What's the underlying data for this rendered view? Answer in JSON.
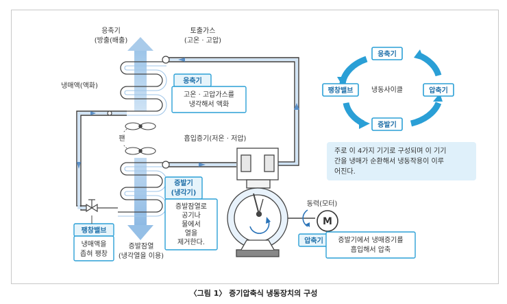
{
  "condenser": {
    "title": "응축기",
    "subtitle": "(방출(배출)"
  },
  "discharge_gas": {
    "title": "토출가스",
    "subtitle": "(고온 · 고압)"
  },
  "liquid_refrigerant": "냉매액(액화)",
  "condenser_callout": {
    "label": "응축기",
    "desc_line1": "고온 · 고압가스를",
    "desc_line2": "냉각해서 액화"
  },
  "fan": "팬",
  "suction_vapor": "흡입증기(저온 · 저압)",
  "evaporator_callout": {
    "label_line1": "증발기",
    "label_line2": "(냉각기)",
    "desc_lines": [
      "증발잠열로",
      "공기나",
      "물에서",
      "열을",
      "제거한다."
    ]
  },
  "expansion_valve_callout": {
    "label": "팽창밸브",
    "desc_line1": "냉매액을",
    "desc_line2": "좁혀 팽창"
  },
  "evaporation_heat": {
    "line1": "증발잠열",
    "line2": "(냉각열을 이용)"
  },
  "motor": {
    "label": "동력(모터)",
    "symbol": "M"
  },
  "compressor_callout": {
    "label": "압축기",
    "desc_line1": "증발기에서 냉매증기를",
    "desc_line2": "흡입해서 압축"
  },
  "cycle": {
    "center": "냉동사이클",
    "top": "응축기",
    "right": "압축기",
    "bottom": "증발기",
    "left": "팽창밸브"
  },
  "info_box": {
    "line1": "주로 이 4가지 기기로 구성되며 이 기기",
    "line2": "간을 냉매가 순환해서 냉동작용이 이루",
    "line3": "어진다."
  },
  "caption": "〈그림 1〉 증기압축식 냉동장치의 구성",
  "colors": {
    "accent": "#2a9fd6",
    "pipe": "#9fc5e8",
    "callout_bg": "#e6f4fb",
    "info_bg": "#dff0fa"
  }
}
